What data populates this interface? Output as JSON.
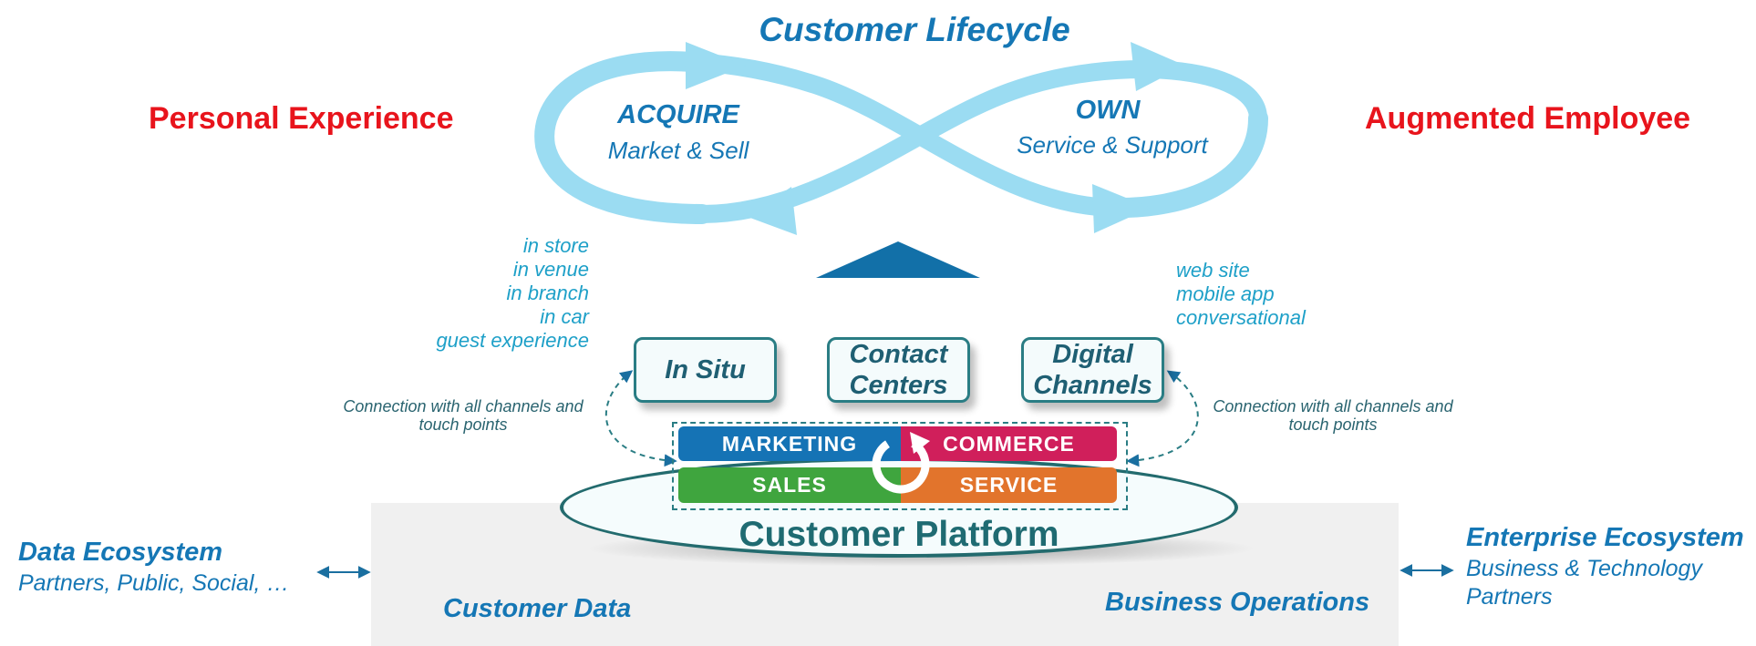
{
  "colors": {
    "accent_blue": "#1577b5",
    "headline_red": "#e8141c",
    "loop_light_blue": "#9bdcf2",
    "channel_text": "#1ea0c8",
    "teal_border": "#2a7d84",
    "marketing": "#1573b5",
    "commerce": "#d01f5b",
    "sales": "#3fa53e",
    "service": "#e2742c"
  },
  "lifecycle": {
    "title": "Customer Lifecycle",
    "acquire": {
      "title": "ACQUIRE",
      "subtitle": "Market & Sell"
    },
    "own": {
      "title": "OWN",
      "subtitle": "Service & Support"
    }
  },
  "headlines": {
    "left": "Personal Experience",
    "right": "Augmented Employee"
  },
  "channels": {
    "in_situ_list": [
      "in store",
      "in venue",
      "in branch",
      "in car",
      "guest experience"
    ],
    "digital_list": [
      "web site",
      "mobile app",
      "conversational"
    ],
    "boxes": {
      "in_situ": [
        "In Situ"
      ],
      "contact": [
        "Contact",
        "Centers"
      ],
      "digital": [
        "Digital",
        "Channels"
      ]
    },
    "connection_note_lines": [
      "Connection with all channels and",
      "touch points"
    ]
  },
  "platform": {
    "label": "Customer Platform",
    "modules": {
      "marketing": "MARKETING",
      "commerce": "COMMERCE",
      "sales": "SALES",
      "service": "SERVICE"
    },
    "cycle_icon": "refresh-cycle-icon"
  },
  "base": {
    "customer_data": "Customer Data",
    "business_operations": "Business Operations"
  },
  "ecosystems": {
    "data": {
      "title": "Data Ecosystem",
      "subtitle": "Partners, Public, Social, …"
    },
    "enterprise": {
      "title": "Enterprise Ecosystem",
      "subtitle_lines": [
        "Business & Technology",
        "Partners"
      ]
    }
  },
  "icons": {
    "loop": "infinity-loop-arrows",
    "platform_pointer": "up-triangle-icon",
    "bidirectional": "double-arrow-icon",
    "dashed_connector": "dashed-curved-arrow-icon"
  }
}
